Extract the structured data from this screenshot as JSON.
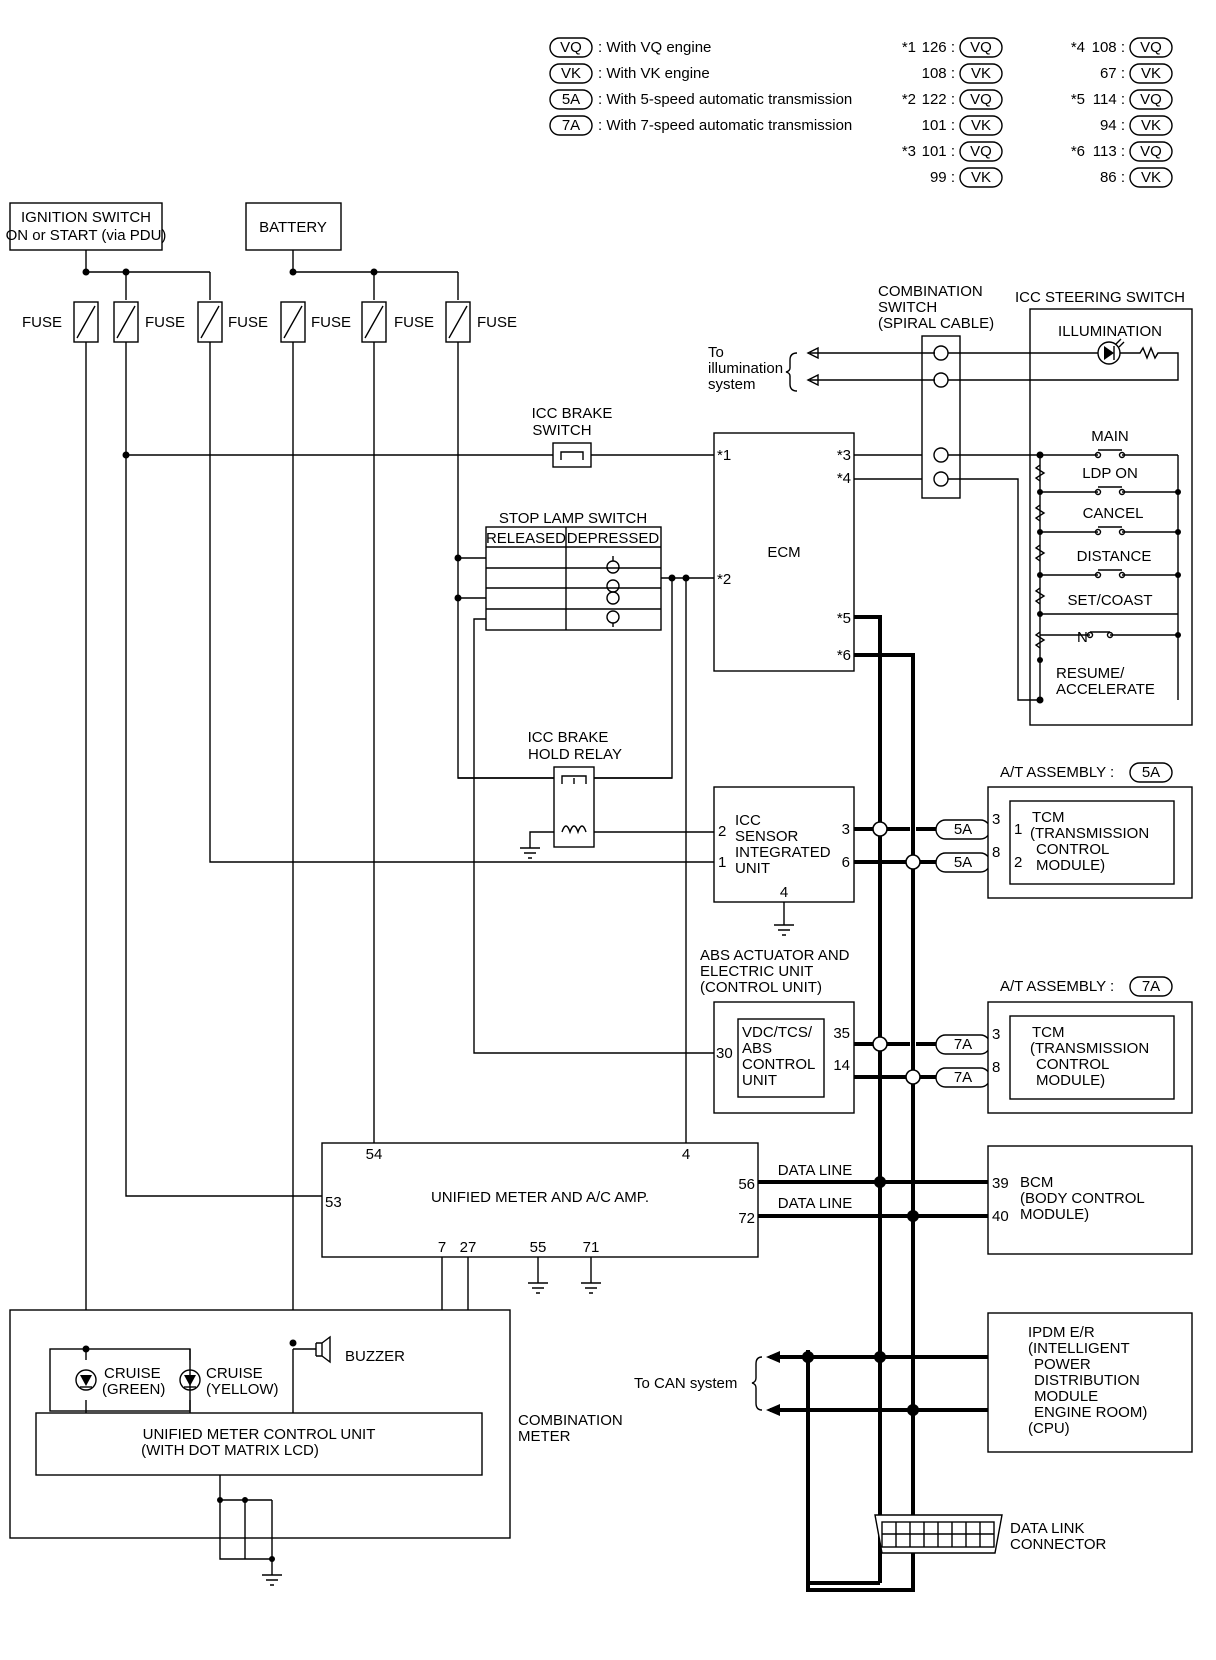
{
  "legend": {
    "items": [
      {
        "code": "VQ",
        "text": ": With VQ engine"
      },
      {
        "code": "VK",
        "text": ": With VK engine"
      },
      {
        "code": "5A",
        "text": ": With 5-speed automatic transmission"
      },
      {
        "code": "7A",
        "text": ": With 7-speed automatic transmission"
      }
    ],
    "notes": [
      {
        "star": "*1",
        "vq": "126 :",
        "vk": "108 :"
      },
      {
        "star": "*2",
        "vq": "122 :",
        "vk": "101 :"
      },
      {
        "star": "*3",
        "vq": "101 :",
        "vk": "99 :"
      },
      {
        "star": "*4",
        "vq": "108 :",
        "vk": "67 :"
      },
      {
        "star": "*5",
        "vq": "114 :",
        "vk": "94 :"
      },
      {
        "star": "*6",
        "vq": "113 :",
        "vk": "86 :"
      }
    ]
  },
  "power": {
    "ignition_line1": "IGNITION SWITCH",
    "ignition_line2": "ON or START (via PDU)",
    "battery": "BATTERY",
    "fuse": "FUSE"
  },
  "icc_brake_switch": [
    "ICC BRAKE",
    "SWITCH"
  ],
  "stop_lamp": {
    "title": "STOP LAMP SWITCH",
    "released": "RELEASED",
    "depressed": "DEPRESSED"
  },
  "ecm": {
    "label": "ECM",
    "p1": "*1",
    "p2": "*2",
    "p3": "*3",
    "p4": "*4",
    "p5": "*5",
    "p6": "*6"
  },
  "combination_switch": [
    "COMBINATION",
    "SWITCH",
    "(SPIRAL CABLE)"
  ],
  "illumination_system": [
    "To",
    "illumination",
    "system"
  ],
  "steering_switch": {
    "title": "ICC STEERING SWITCH",
    "illumination": "ILLUMINATION",
    "main": "MAIN",
    "ldp": "LDP ON",
    "cancel": "CANCEL",
    "distance": "DISTANCE",
    "set": "SET/COAST",
    "n": "N",
    "resume1": "RESUME/",
    "resume2": "ACCELERATE"
  },
  "hold_relay": [
    "ICC BRAKE",
    "HOLD RELAY"
  ],
  "sensor": {
    "lines": [
      "ICC",
      "SENSOR",
      "INTEGRATED",
      "UNIT"
    ],
    "p2": "2",
    "p1": "1",
    "p3": "3",
    "p6": "6",
    "p4": "4"
  },
  "at5": {
    "title": "A/T ASSEMBLY :",
    "code": "5A",
    "tag": "5A",
    "pins_l": [
      "3",
      "8"
    ],
    "pins_r": [
      "1",
      "2"
    ],
    "lines": [
      "TCM",
      "(TRANSMISSION",
      "CONTROL",
      "MODULE)"
    ]
  },
  "abs": {
    "title": [
      "ABS ACTUATOR AND",
      "ELECTRIC UNIT",
      "(CONTROL UNIT)"
    ],
    "lines": [
      "VDC/TCS/",
      "ABS",
      "CONTROL",
      "UNIT"
    ],
    "p30": "30",
    "p35": "35",
    "p14": "14"
  },
  "at7": {
    "title": "A/T ASSEMBLY :",
    "code": "7A",
    "tag": "7A",
    "pins_l": [
      "3",
      "8"
    ],
    "lines": [
      "TCM",
      "(TRANSMISSION",
      "CONTROL",
      "MODULE)"
    ]
  },
  "meter_amp": {
    "label": "UNIFIED METER AND A/C AMP.",
    "p54": "54",
    "p4": "4",
    "p53": "53",
    "p56": "56",
    "p72": "72",
    "p7": "7",
    "p27": "27",
    "p55": "55",
    "p71": "71"
  },
  "data_line": "DATA LINE",
  "bcm": {
    "p39": "39",
    "p40": "40",
    "lines": [
      "BCM",
      "(BODY CONTROL",
      "MODULE)"
    ]
  },
  "can": "To CAN system",
  "ipdm": [
    "IPDM E/R",
    "(INTELLIGENT",
    "POWER",
    "DISTRIBUTION",
    "MODULE",
    "ENGINE ROOM)",
    "(CPU)"
  ],
  "combo_meter": {
    "cruise_green": [
      "CRUISE",
      "(GREEN)"
    ],
    "cruise_yellow": [
      "CRUISE",
      "(YELLOW)"
    ],
    "buzzer": "BUZZER",
    "unit": [
      "UNIFIED METER CONTROL UNIT",
      "(WITH DOT MATRIX LCD)"
    ],
    "label": [
      "COMBINATION",
      "METER"
    ]
  },
  "dlc": [
    "DATA LINK",
    "CONNECTOR"
  ]
}
